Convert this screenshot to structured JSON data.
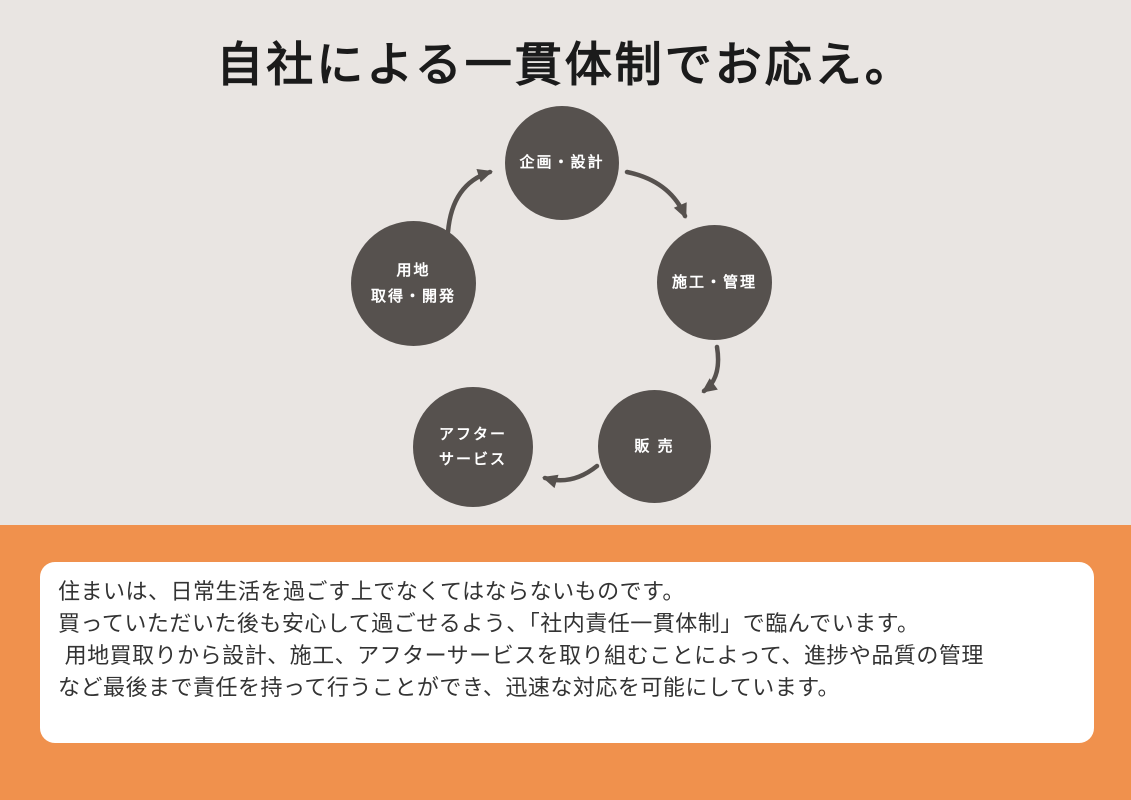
{
  "title": "自社による一貫体制でお応え。",
  "cycle": {
    "nodes": [
      {
        "id": "planning",
        "label_lines": [
          "企画・設計"
        ]
      },
      {
        "id": "construction",
        "label_lines": [
          "施工・管理"
        ]
      },
      {
        "id": "sales",
        "label_lines": [
          "販 売"
        ]
      },
      {
        "id": "after_service",
        "label_lines": [
          "アフター",
          "サービス"
        ]
      },
      {
        "id": "land",
        "label_lines": [
          "用地",
          "取得・開発"
        ]
      }
    ]
  },
  "description": {
    "lines": [
      "住まいは、日常生活を過ごす上でなくてはならないものです。",
      "買っていただいた後も安心して過ごせるよう、「社内責任一貫体制」で臨んでいます。",
      " 用地買取りから設計、施工、アフターサービスを取り組むことによって、進捗や品質の管理",
      "など最後まで責任を持って行うことができ、迅速な対応を可能にしています。"
    ]
  },
  "colors": {
    "background_top": "#e9e5e2",
    "background_bottom": "#f0914d",
    "circle": "#56514e",
    "circle_text": "#ffffff",
    "title_text": "#1b1b1b",
    "body_text": "#333333",
    "card_background": "#ffffff"
  }
}
